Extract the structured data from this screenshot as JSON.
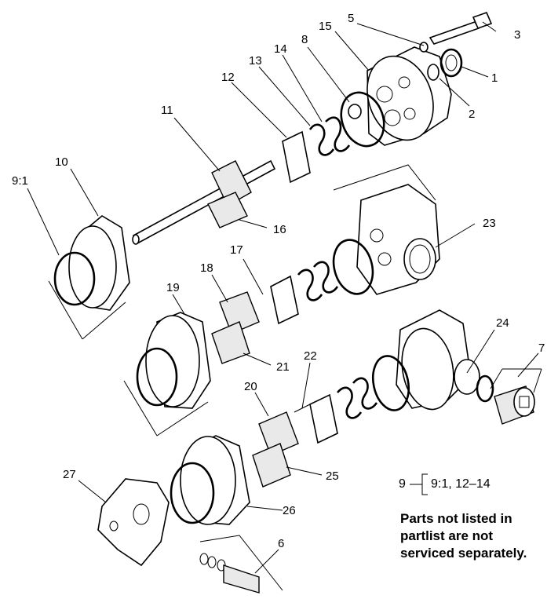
{
  "callouts": {
    "c1": "1",
    "c2": "2",
    "c3": "3",
    "c5": "5",
    "c6": "6",
    "c7": "7",
    "c8": "8",
    "c9_1": "9:1",
    "c10": "10",
    "c11": "11",
    "c12": "12",
    "c13": "13",
    "c14": "14",
    "c15": "15",
    "c16": "16",
    "c17": "17",
    "c18": "18",
    "c19": "19",
    "c20": "20",
    "c21": "21",
    "c22": "22",
    "c23": "23",
    "c24": "24",
    "c25": "25",
    "c26": "26",
    "c27": "27"
  },
  "legend": {
    "parent": "9",
    "children": "9:1, 12–14"
  },
  "note": {
    "line1": "Parts not listed in",
    "line2": "partlist are not",
    "line3": "serviced separately."
  }
}
